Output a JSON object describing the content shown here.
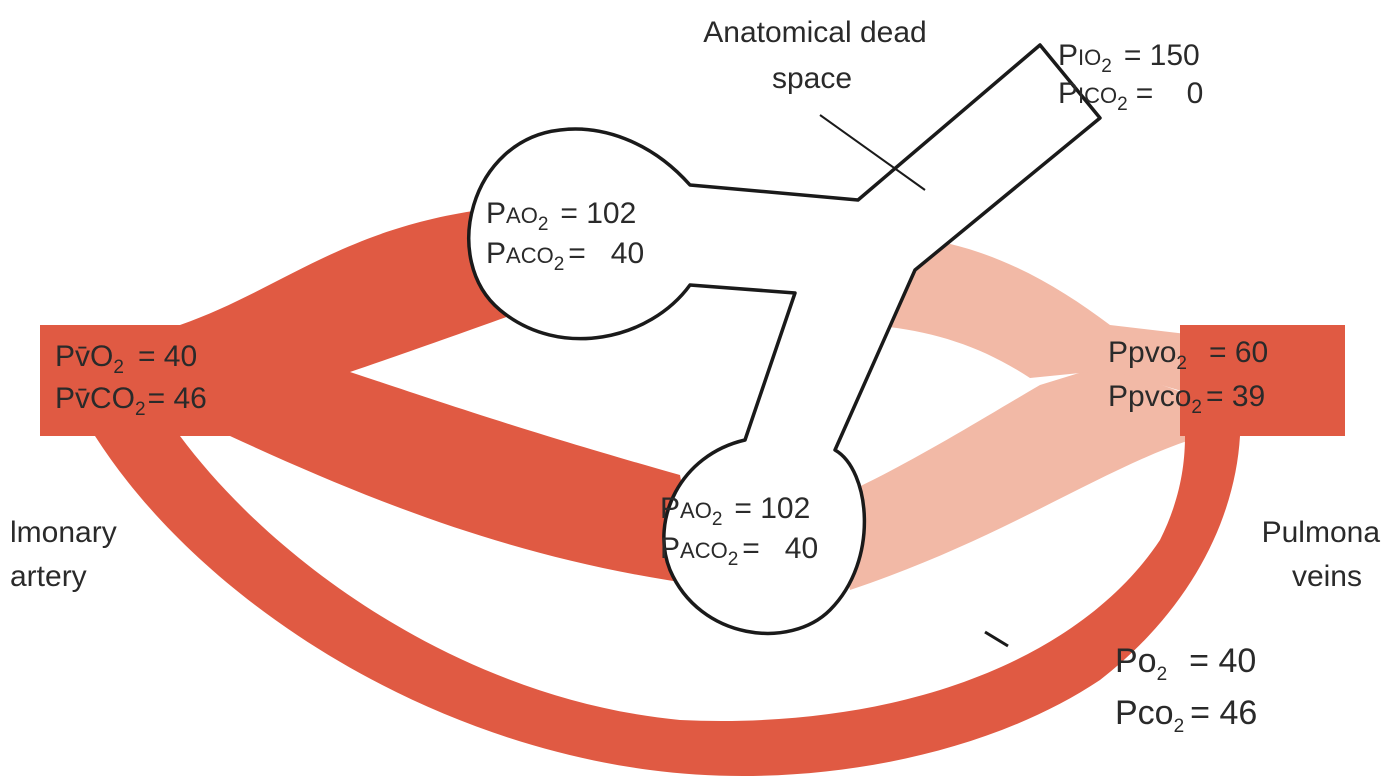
{
  "colors": {
    "deoxygenated_blood": "#e05a43",
    "oxygenated_blood": "#f2b9a6",
    "airway_outline": "#1a1a1a",
    "text": "#2a2a2a"
  },
  "labels": {
    "dead_space_line1": "Anatomical dead",
    "dead_space_line2": "space",
    "artery_line1": "lmonary",
    "artery_line2": "artery",
    "veins_line1": "Pulmona",
    "veins_line2": "veins"
  },
  "inspired": {
    "o2_prefix": "P",
    "o2_sc": "IO",
    "o2_sub": "2",
    "o2_eq": "= 150",
    "co2_prefix": "P",
    "co2_sc": "ICO",
    "co2_sub": "2",
    "co2_eq": "=    0"
  },
  "alveolus_upper": {
    "o2_prefix": "P",
    "o2_sc": "AO",
    "o2_sub": "2",
    "o2_eq": "= 102",
    "co2_prefix": "P",
    "co2_sc": "ACO",
    "co2_sub": "2",
    "co2_eq": "=   40"
  },
  "alveolus_lower": {
    "o2_prefix": "P",
    "o2_sc": "AO",
    "o2_sub": "2",
    "o2_eq": "= 102",
    "co2_prefix": "P",
    "co2_sc": "ACO",
    "co2_sub": "2",
    "co2_eq": "=   40"
  },
  "mixed_venous": {
    "o2_prefix": "Pv̄O",
    "o2_sub": "2",
    "o2_eq": "= 40",
    "co2_prefix": "Pv̄CO",
    "co2_sub": "2",
    "co2_eq": "= 46"
  },
  "pulmonary_vein": {
    "o2_prefix": "Ppvo",
    "o2_sub": "2",
    "o2_eq": "= 60",
    "co2_prefix": "Ppvco",
    "co2_sub": "2",
    "co2_eq": "= 39"
  },
  "shunt": {
    "o2_prefix": "Po",
    "o2_sub": "2",
    "o2_eq": "= 40",
    "co2_prefix": "Pco",
    "co2_sub": "2",
    "co2_eq": "= 46"
  }
}
